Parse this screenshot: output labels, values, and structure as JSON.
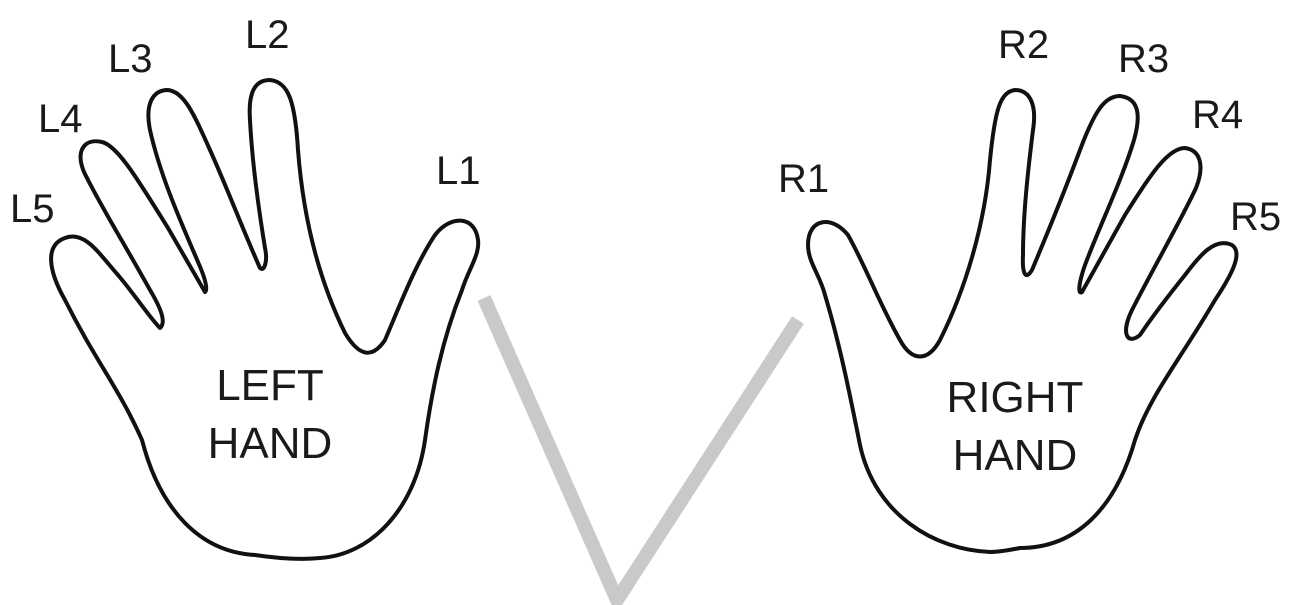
{
  "left_hand": {
    "name_line1": "LEFT",
    "name_line2": "HAND",
    "fingers": [
      "L1",
      "L2",
      "L3",
      "L4",
      "L5"
    ]
  },
  "right_hand": {
    "name_line1": "RIGHT",
    "name_line2": "HAND",
    "fingers": [
      "R1",
      "R2",
      "R3",
      "R4",
      "R5"
    ]
  },
  "colors": {
    "outline": "#111111",
    "watermark": "#bcbcbc"
  }
}
